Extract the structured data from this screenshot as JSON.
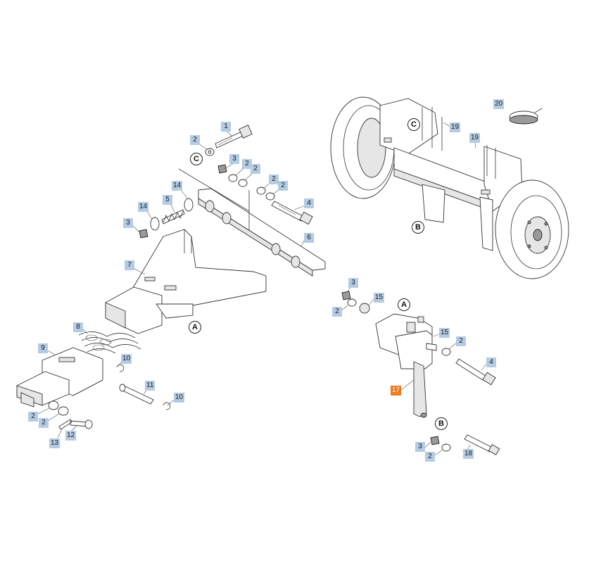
{
  "diagram": {
    "highlight_color": "#f07a1c",
    "callout_color": "#b3cce4",
    "callouts": [
      {
        "id": "c1",
        "label": "1"
      },
      {
        "id": "c2a",
        "label": "2"
      },
      {
        "id": "c3a",
        "label": "3"
      },
      {
        "id": "c2b",
        "label": "2"
      },
      {
        "id": "c2c",
        "label": "2"
      },
      {
        "id": "c2d",
        "label": "2"
      },
      {
        "id": "c2e",
        "label": "2"
      },
      {
        "id": "c14a",
        "label": "14"
      },
      {
        "id": "c5",
        "label": "5"
      },
      {
        "id": "c4a",
        "label": "4"
      },
      {
        "id": "c14b",
        "label": "14"
      },
      {
        "id": "c3b",
        "label": "3"
      },
      {
        "id": "c6",
        "label": "6"
      },
      {
        "id": "c7",
        "label": "7"
      },
      {
        "id": "c8",
        "label": "8"
      },
      {
        "id": "c9",
        "label": "9"
      },
      {
        "id": "c10a",
        "label": "10"
      },
      {
        "id": "c11",
        "label": "11"
      },
      {
        "id": "c10b",
        "label": "10"
      },
      {
        "id": "c2f",
        "label": "2"
      },
      {
        "id": "c2g",
        "label": "2"
      },
      {
        "id": "c13",
        "label": "13"
      },
      {
        "id": "c12",
        "label": "12"
      },
      {
        "id": "c20",
        "label": "20"
      },
      {
        "id": "c19a",
        "label": "19"
      },
      {
        "id": "c19b",
        "label": "19"
      },
      {
        "id": "c3c",
        "label": "3"
      },
      {
        "id": "c15a",
        "label": "15"
      },
      {
        "id": "c2h",
        "label": "2"
      },
      {
        "id": "c15b",
        "label": "15"
      },
      {
        "id": "c2i",
        "label": "2"
      },
      {
        "id": "c4b",
        "label": "4"
      },
      {
        "id": "c17",
        "label": "17",
        "highlight": true
      },
      {
        "id": "c3d",
        "label": "3"
      },
      {
        "id": "c2j",
        "label": "2"
      },
      {
        "id": "c18",
        "label": "18"
      }
    ],
    "view_markers": [
      {
        "id": "vC1",
        "label": "C"
      },
      {
        "id": "vA1",
        "label": "A"
      },
      {
        "id": "vC2",
        "label": "C"
      },
      {
        "id": "vB1",
        "label": "B"
      },
      {
        "id": "vA2",
        "label": "A"
      },
      {
        "id": "vB2",
        "label": "B"
      }
    ]
  }
}
